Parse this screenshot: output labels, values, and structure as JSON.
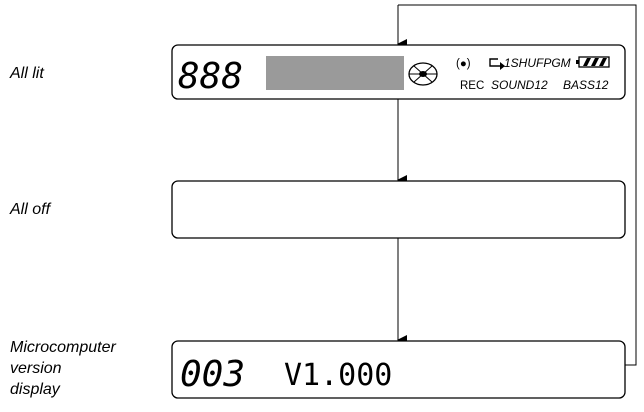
{
  "steps": [
    {
      "label": "All lit"
    },
    {
      "label": "All off"
    },
    {
      "label_lines": [
        "Microcomputer",
        "version",
        "display"
      ]
    }
  ],
  "lit_display": {
    "digits": "888",
    "top_indicators": [
      "(●)",
      "1SHUFPGM"
    ],
    "bottom_indicators": [
      "REC",
      "SOUND12",
      "BASS12"
    ]
  },
  "version_display": {
    "counter": "003",
    "text": "V1.000"
  },
  "icons": [
    "disc-icon",
    "repeat-arrow-icon",
    "battery-icon"
  ]
}
